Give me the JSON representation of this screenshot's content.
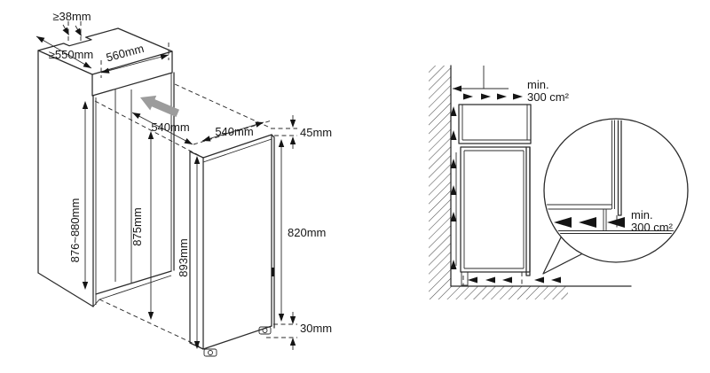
{
  "title": "Built-in refrigerator installation dimensions diagram",
  "colors": {
    "background": "#ffffff",
    "line": "#2b2b2b",
    "text": "#161616",
    "insert_arrow": "#9c9c9c"
  },
  "left_diagram": {
    "name": "niche-and-appliance-isometric",
    "dims": {
      "rear_top_clearance": "≥38mm",
      "niche_depth": "≥550mm",
      "niche_width": "560mm",
      "appliance_depth": "540mm",
      "appliance_width": "540mm",
      "top_gap": "45mm",
      "niche_height": "876~880mm",
      "inner_height": "875mm",
      "appliance_height": "893mm",
      "door_height": "820mm",
      "bottom_gap": "30mm"
    }
  },
  "right_diagram": {
    "name": "ventilation-cross-section",
    "top_vent": {
      "line1": "min.",
      "line2": "300 cm²"
    },
    "bottom_vent": {
      "line1": "min.",
      "line2": "300 cm²"
    }
  }
}
